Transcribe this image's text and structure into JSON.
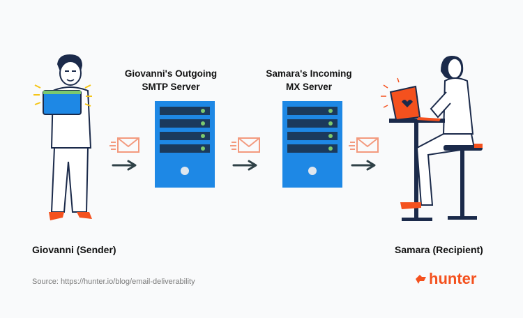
{
  "diagram": {
    "sender": {
      "label": "Giovanni (Sender)"
    },
    "recipient": {
      "label": "Samara (Recipient)"
    },
    "servers": [
      {
        "title_line1": "Giovanni's Outgoing",
        "title_line2": "SMTP Server"
      },
      {
        "title_line1": "Samara's Incoming",
        "title_line2": "MX Server"
      }
    ],
    "source": "Source: https://hunter.io/blog/email-deliverability",
    "brand": "hunter"
  },
  "colors": {
    "server_blue": "#1e88e5",
    "slot_dark": "#1b3a5c",
    "led_green": "#7bc96f",
    "accent_orange": "#f4511e",
    "envelope_orange": "#f39a7e",
    "arrow_dark": "#2f4147",
    "laptop_blue": "#1e88e5"
  },
  "icons": [
    "envelope-icon",
    "arrow-right-icon",
    "server-icon",
    "hunter-logo-icon"
  ]
}
